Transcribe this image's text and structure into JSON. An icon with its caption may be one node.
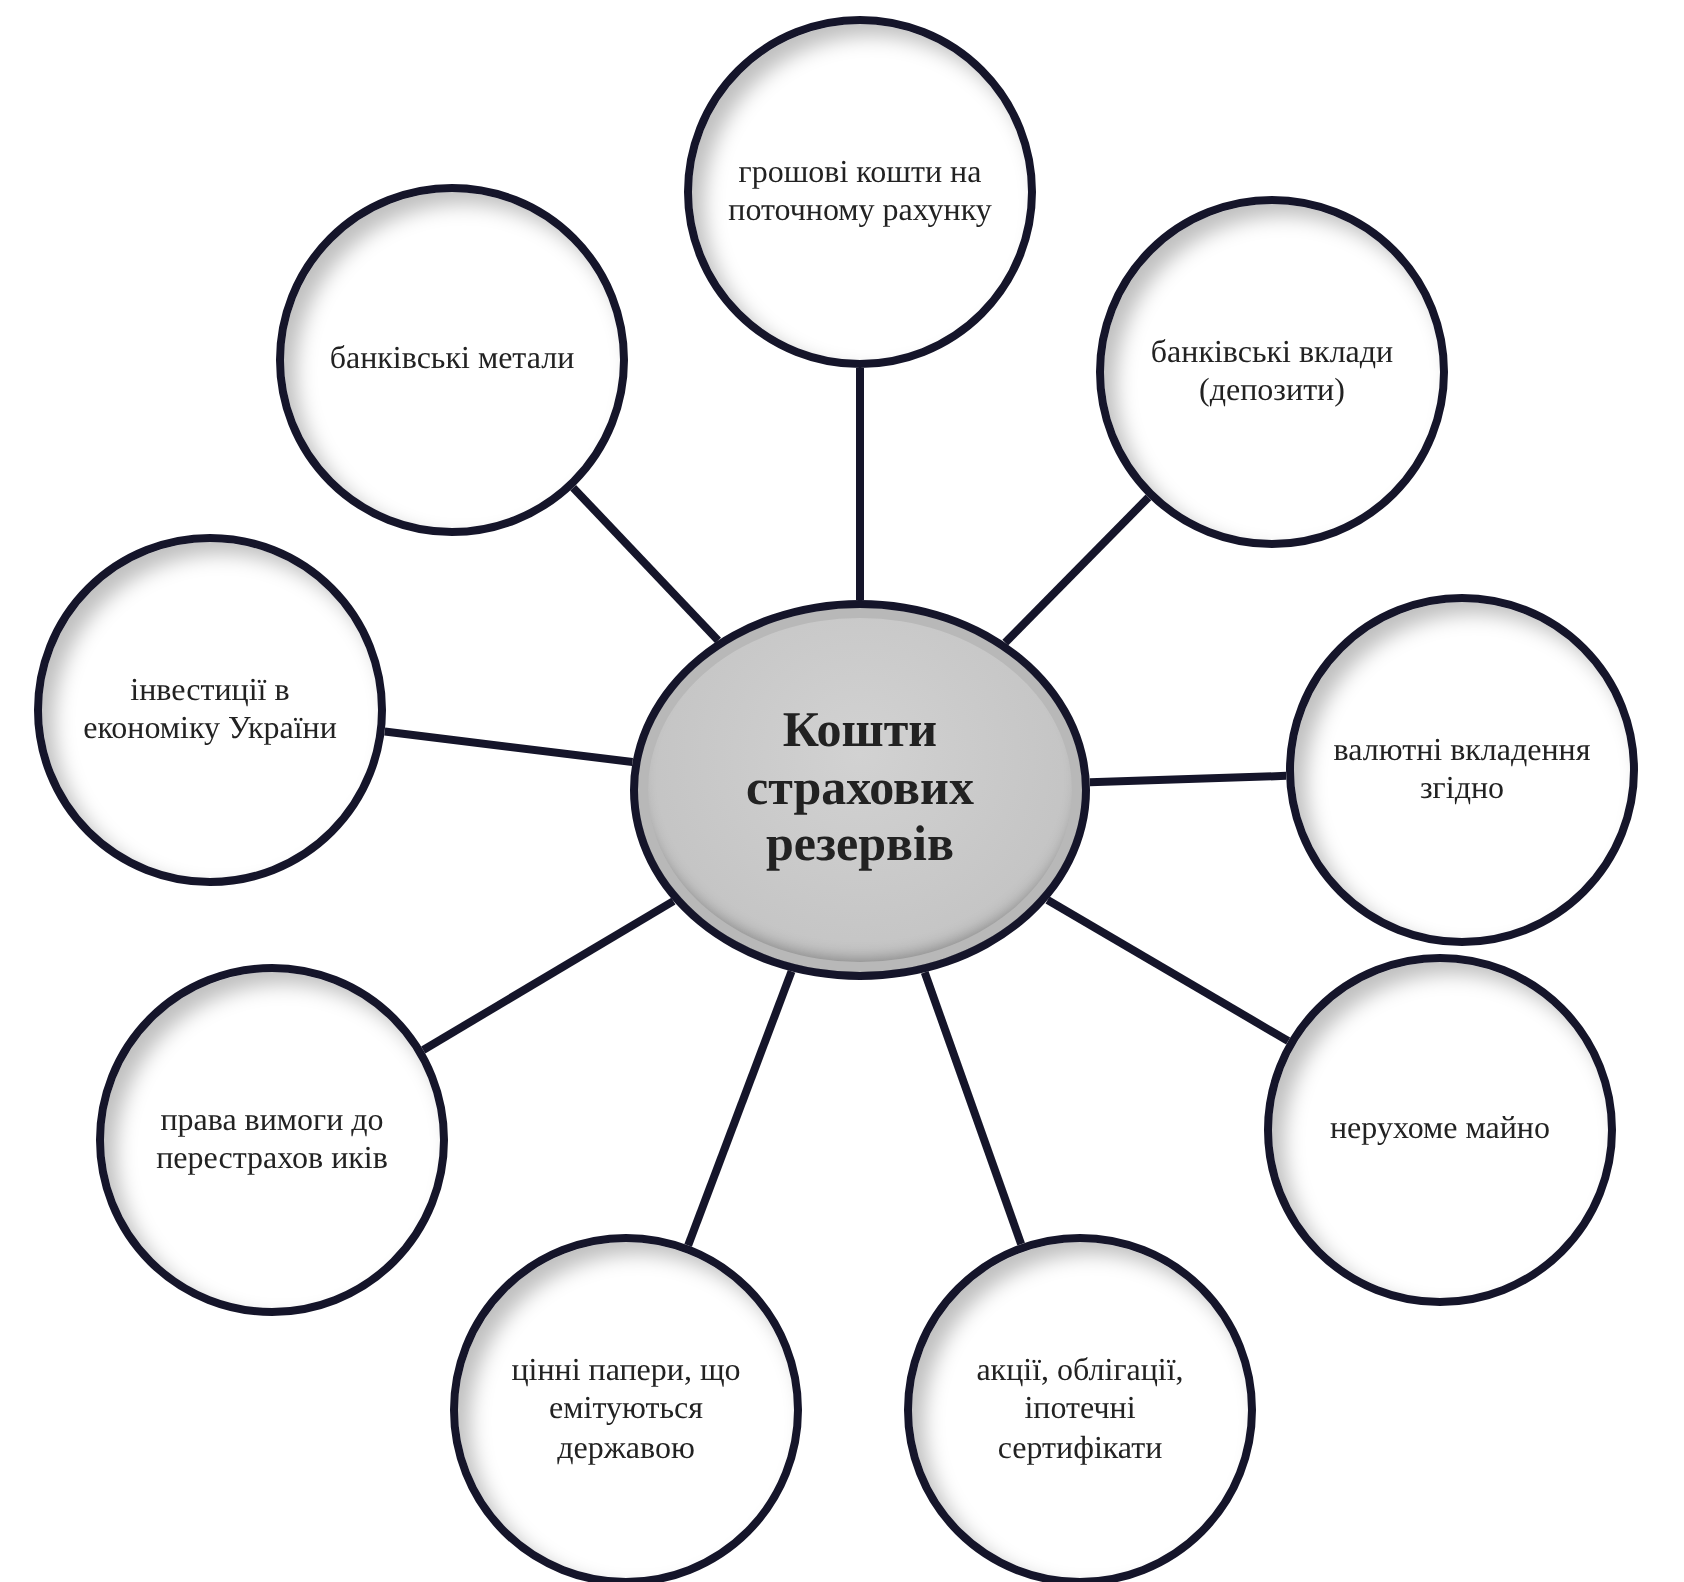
{
  "diagram": {
    "nodes": [
      {
        "text": [
          "Кошти страхових резервів"
        ]
      },
      {
        "text": [
          "грошові кошти на поточному рахунку"
        ]
      },
      {
        "text": [
          "банківські вклади (депозити)"
        ]
      },
      {
        "text": [
          "валютні вкладення згідно"
        ]
      },
      {
        "text": [
          "нерухоме майно"
        ]
      },
      {
        "text": [
          "акції, облігації, іпотечні сертифікати"
        ]
      },
      {
        "text": [
          "цінні папери, що емітуються державою"
        ]
      },
      {
        "text": [
          "права вимоги до перестрахов иків"
        ]
      },
      {
        "text": [
          "інвестиції в економіку України"
        ]
      },
      {
        "text": [
          "банківські метали"
        ]
      }
    ],
    "edges": [
      {
        "from": 0,
        "to": 1,
        "arrow": "none"
      },
      {
        "from": 0,
        "to": 2,
        "arrow": "none"
      },
      {
        "from": 0,
        "to": 3,
        "arrow": "none"
      },
      {
        "from": 0,
        "to": 4,
        "arrow": "none"
      },
      {
        "from": 0,
        "to": 5,
        "arrow": "none"
      },
      {
        "from": 0,
        "to": 6,
        "arrow": "none"
      },
      {
        "from": 0,
        "to": 7,
        "arrow": "none"
      },
      {
        "from": 0,
        "to": 8,
        "arrow": "none"
      },
      {
        "from": 0,
        "to": 9,
        "arrow": "none"
      }
    ]
  }
}
